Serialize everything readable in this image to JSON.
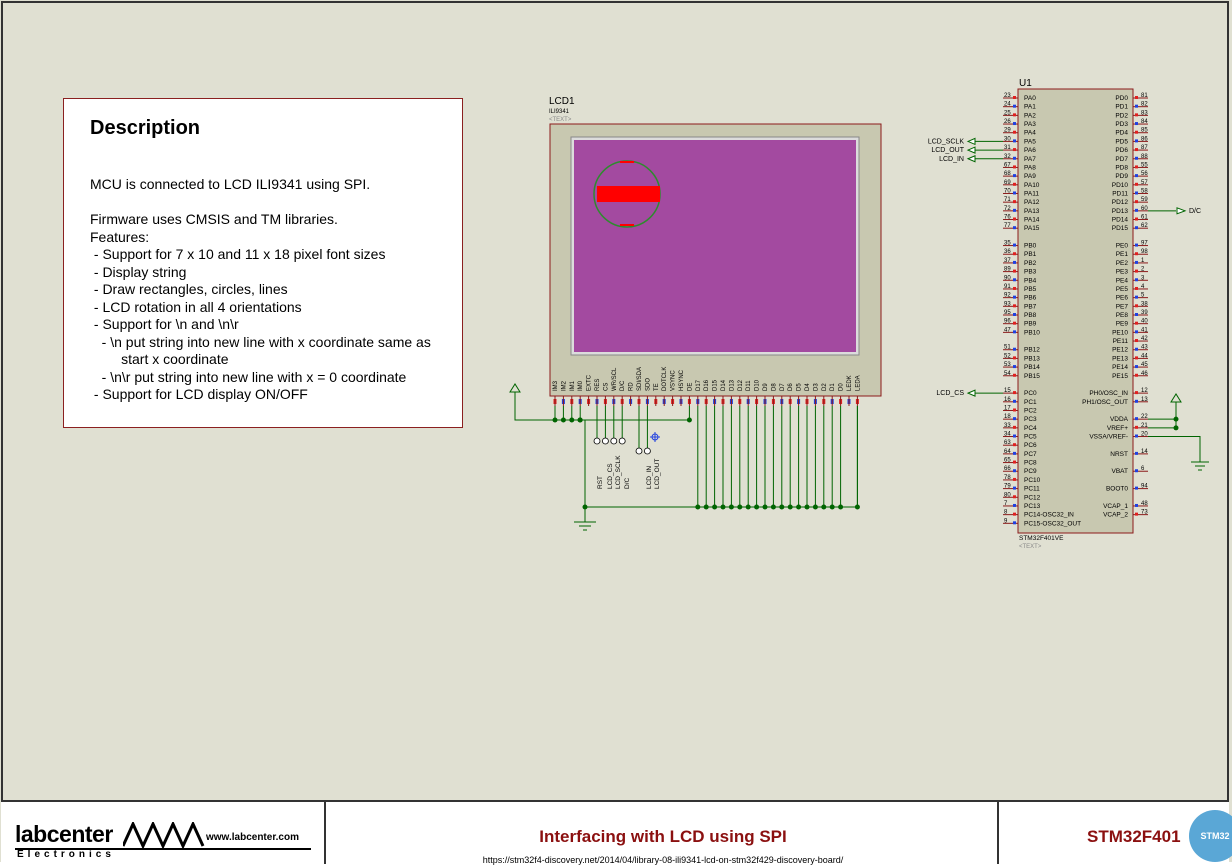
{
  "description": {
    "title": "Description",
    "lines": [
      "MCU is connected to LCD ILI9341 using SPI.",
      "",
      "Firmware uses CMSIS and TM libraries.",
      "Features:",
      " - Support for 7 x 10 and 11 x 18 pixel font sizes",
      " - Display string",
      " - Draw rectangles, circles, lines",
      " - LCD rotation in all 4 orientations",
      " - Support for \\n and \\n\\r",
      "   - \\n put string into new line with x coordinate same as",
      "        start x coordinate",
      "   - \\n\\r put string into new line with x = 0 coordinate",
      " - Support for LCD display ON/OFF"
    ]
  },
  "lcd": {
    "ref": "LCD1",
    "part": "ILI9341",
    "text": "<TEXT>",
    "pins": [
      "IM3",
      "IM2",
      "IM1",
      "IM0",
      "EXTC",
      "RES",
      "CS",
      "WR/SCL",
      "D/C",
      "RD",
      "SDI/SDA",
      "SDO",
      "TE",
      "DOTCLK",
      "VSYNC",
      "HSYNC",
      "DE",
      "D17",
      "D16",
      "D15",
      "D14",
      "D13",
      "D12",
      "D11",
      "D10",
      "D9",
      "D8",
      "D7",
      "D6",
      "D5",
      "D4",
      "D3",
      "D2",
      "D1",
      "D0",
      "LEDK",
      "LEDA"
    ],
    "bottom_labels": [
      "RST",
      "LCD_CS",
      "LCD_SCLK",
      "D/C",
      "LCD_IN",
      "LCD_OUT"
    ],
    "screen_color": "#a34aa0",
    "bar_color": "#ff0000",
    "circle_color": "#2e8b2e"
  },
  "mcu": {
    "ref": "U1",
    "part": "STM32F401VE",
    "text": "<TEXT>",
    "left_pins": [
      {
        "num": "23",
        "name": "PA0"
      },
      {
        "num": "24",
        "name": "PA1"
      },
      {
        "num": "25",
        "name": "PA2"
      },
      {
        "num": "26",
        "name": "PA3"
      },
      {
        "num": "29",
        "name": "PA4"
      },
      {
        "num": "30",
        "name": "PA5"
      },
      {
        "num": "31",
        "name": "PA6"
      },
      {
        "num": "32",
        "name": "PA7"
      },
      {
        "num": "67",
        "name": "PA8"
      },
      {
        "num": "68",
        "name": "PA9"
      },
      {
        "num": "69",
        "name": "PA10"
      },
      {
        "num": "70",
        "name": "PA11"
      },
      {
        "num": "71",
        "name": "PA12"
      },
      {
        "num": "72",
        "name": "PA13"
      },
      {
        "num": "76",
        "name": "PA14"
      },
      {
        "num": "77",
        "name": "PA15"
      },
      {
        "num": "",
        "name": ""
      },
      {
        "num": "35",
        "name": "PB0"
      },
      {
        "num": "36",
        "name": "PB1"
      },
      {
        "num": "37",
        "name": "PB2"
      },
      {
        "num": "89",
        "name": "PB3"
      },
      {
        "num": "90",
        "name": "PB4"
      },
      {
        "num": "91",
        "name": "PB5"
      },
      {
        "num": "92",
        "name": "PB6"
      },
      {
        "num": "93",
        "name": "PB7"
      },
      {
        "num": "95",
        "name": "PB8"
      },
      {
        "num": "96",
        "name": "PB9"
      },
      {
        "num": "47",
        "name": "PB10"
      },
      {
        "num": "",
        "name": ""
      },
      {
        "num": "51",
        "name": "PB12"
      },
      {
        "num": "52",
        "name": "PB13"
      },
      {
        "num": "53",
        "name": "PB14"
      },
      {
        "num": "54",
        "name": "PB15"
      },
      {
        "num": "",
        "name": ""
      },
      {
        "num": "15",
        "name": "PC0"
      },
      {
        "num": "16",
        "name": "PC1"
      },
      {
        "num": "17",
        "name": "PC2"
      },
      {
        "num": "18",
        "name": "PC3"
      },
      {
        "num": "33",
        "name": "PC4"
      },
      {
        "num": "34",
        "name": "PC5"
      },
      {
        "num": "63",
        "name": "PC6"
      },
      {
        "num": "64",
        "name": "PC7"
      },
      {
        "num": "65",
        "name": "PC8"
      },
      {
        "num": "66",
        "name": "PC9"
      },
      {
        "num": "78",
        "name": "PC10"
      },
      {
        "num": "79",
        "name": "PC11"
      },
      {
        "num": "80",
        "name": "PC12"
      },
      {
        "num": "7",
        "name": "PC13"
      },
      {
        "num": "8",
        "name": "PC14-OSC32_IN"
      },
      {
        "num": "9",
        "name": "PC15-OSC32_OUT"
      }
    ],
    "right_pins": [
      {
        "num": "81",
        "name": "PD0"
      },
      {
        "num": "82",
        "name": "PD1"
      },
      {
        "num": "83",
        "name": "PD2"
      },
      {
        "num": "84",
        "name": "PD3"
      },
      {
        "num": "85",
        "name": "PD4"
      },
      {
        "num": "86",
        "name": "PD5"
      },
      {
        "num": "87",
        "name": "PD6"
      },
      {
        "num": "88",
        "name": "PD7"
      },
      {
        "num": "55",
        "name": "PD8"
      },
      {
        "num": "56",
        "name": "PD9"
      },
      {
        "num": "57",
        "name": "PD10"
      },
      {
        "num": "58",
        "name": "PD11"
      },
      {
        "num": "59",
        "name": "PD12"
      },
      {
        "num": "60",
        "name": "PD13"
      },
      {
        "num": "61",
        "name": "PD14"
      },
      {
        "num": "62",
        "name": "PD15"
      },
      {
        "num": "",
        "name": ""
      },
      {
        "num": "97",
        "name": "PE0"
      },
      {
        "num": "98",
        "name": "PE1"
      },
      {
        "num": "1",
        "name": "PE2"
      },
      {
        "num": "2",
        "name": "PE3"
      },
      {
        "num": "3",
        "name": "PE4"
      },
      {
        "num": "4",
        "name": "PE5"
      },
      {
        "num": "5",
        "name": "PE6"
      },
      {
        "num": "38",
        "name": "PE7"
      },
      {
        "num": "39",
        "name": "PE8"
      },
      {
        "num": "40",
        "name": "PE9"
      },
      {
        "num": "41",
        "name": "PE10"
      },
      {
        "num": "42",
        "name": "PE11"
      },
      {
        "num": "43",
        "name": "PE12"
      },
      {
        "num": "44",
        "name": "PE13"
      },
      {
        "num": "45",
        "name": "PE14"
      },
      {
        "num": "46",
        "name": "PE15"
      },
      {
        "num": "",
        "name": ""
      },
      {
        "num": "12",
        "name": "PH0/OSC_IN"
      },
      {
        "num": "13",
        "name": "PH1/OSC_OUT"
      },
      {
        "num": "",
        "name": ""
      },
      {
        "num": "22",
        "name": "VDDA"
      },
      {
        "num": "21",
        "name": "VREF+"
      },
      {
        "num": "20",
        "name": "VSSA/VREF-"
      },
      {
        "num": "",
        "name": ""
      },
      {
        "num": "14",
        "name": "NRST"
      },
      {
        "num": "",
        "name": ""
      },
      {
        "num": "6",
        "name": "VBAT"
      },
      {
        "num": "",
        "name": ""
      },
      {
        "num": "94",
        "name": "BOOT0"
      },
      {
        "num": "",
        "name": ""
      },
      {
        "num": "48",
        "name": "VCAP_1"
      },
      {
        "num": "73",
        "name": "VCAP_2"
      }
    ],
    "net_labels": {
      "lcd_sclk": "LCD_SCLK",
      "lcd_out": "LCD_OUT",
      "lcd_in": "LCD_IN",
      "lcd_cs": "LCD_CS",
      "dc": "D/C"
    }
  },
  "titleblock": {
    "logo": "labcenter",
    "logo_sub": "Electronics",
    "logo_url": "www.labcenter.com",
    "title": "Interfacing with LCD using SPI",
    "url": "https://stm32f4-discovery.net/2014/04/library-08-ili9341-lcd-on-stm32f429-discovery-board/",
    "board": "STM32F401",
    "badge": "STM32"
  },
  "colors": {
    "wire": "#006400",
    "component": "#8b1a1a",
    "body_fill": "#c8c8b0",
    "pin_red": "#e02020",
    "pin_blue": "#2040e0"
  }
}
